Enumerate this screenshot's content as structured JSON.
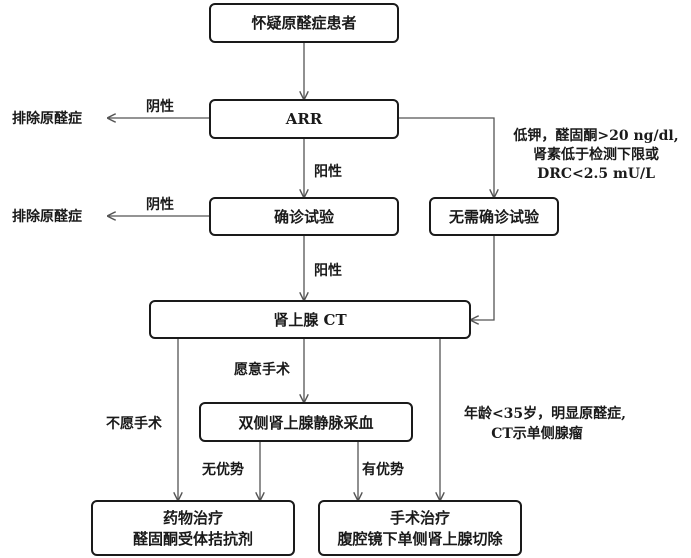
{
  "nodes": {
    "suspect": "怀疑原醛症患者",
    "arr": "ARR",
    "confirm_test": "确诊试验",
    "no_confirm": "无需确诊试验",
    "adrenal_ct": "肾上腺 CT",
    "avs": "双侧肾上腺静脉采血",
    "drug_line1": "药物治疗",
    "drug_line2": "醛固酮受体拮抗剂",
    "surgery_line1": "手术治疗",
    "surgery_line2": "腹腔镜下单侧肾上腺切除"
  },
  "edge_labels": {
    "exclude_1": "排除原醛症",
    "negative_1": "阴性",
    "positive_1": "阳性",
    "exclude_2": "排除原醛症",
    "negative_2": "阴性",
    "positive_2": "阳性",
    "skip_line1": "低钾，醛固酮>20 ng/dl,",
    "skip_line2": "肾素低于检测下限或",
    "skip_line3": "DRC<2.5 mU/L",
    "willing_surgery": "愿意手术",
    "unwilling_surgery": "不愿手术",
    "no_advantage": "无优势",
    "has_advantage": "有优势",
    "young_line1": "年龄<35岁，明显原醛症,",
    "young_line2": "CT示单侧腺瘤"
  }
}
